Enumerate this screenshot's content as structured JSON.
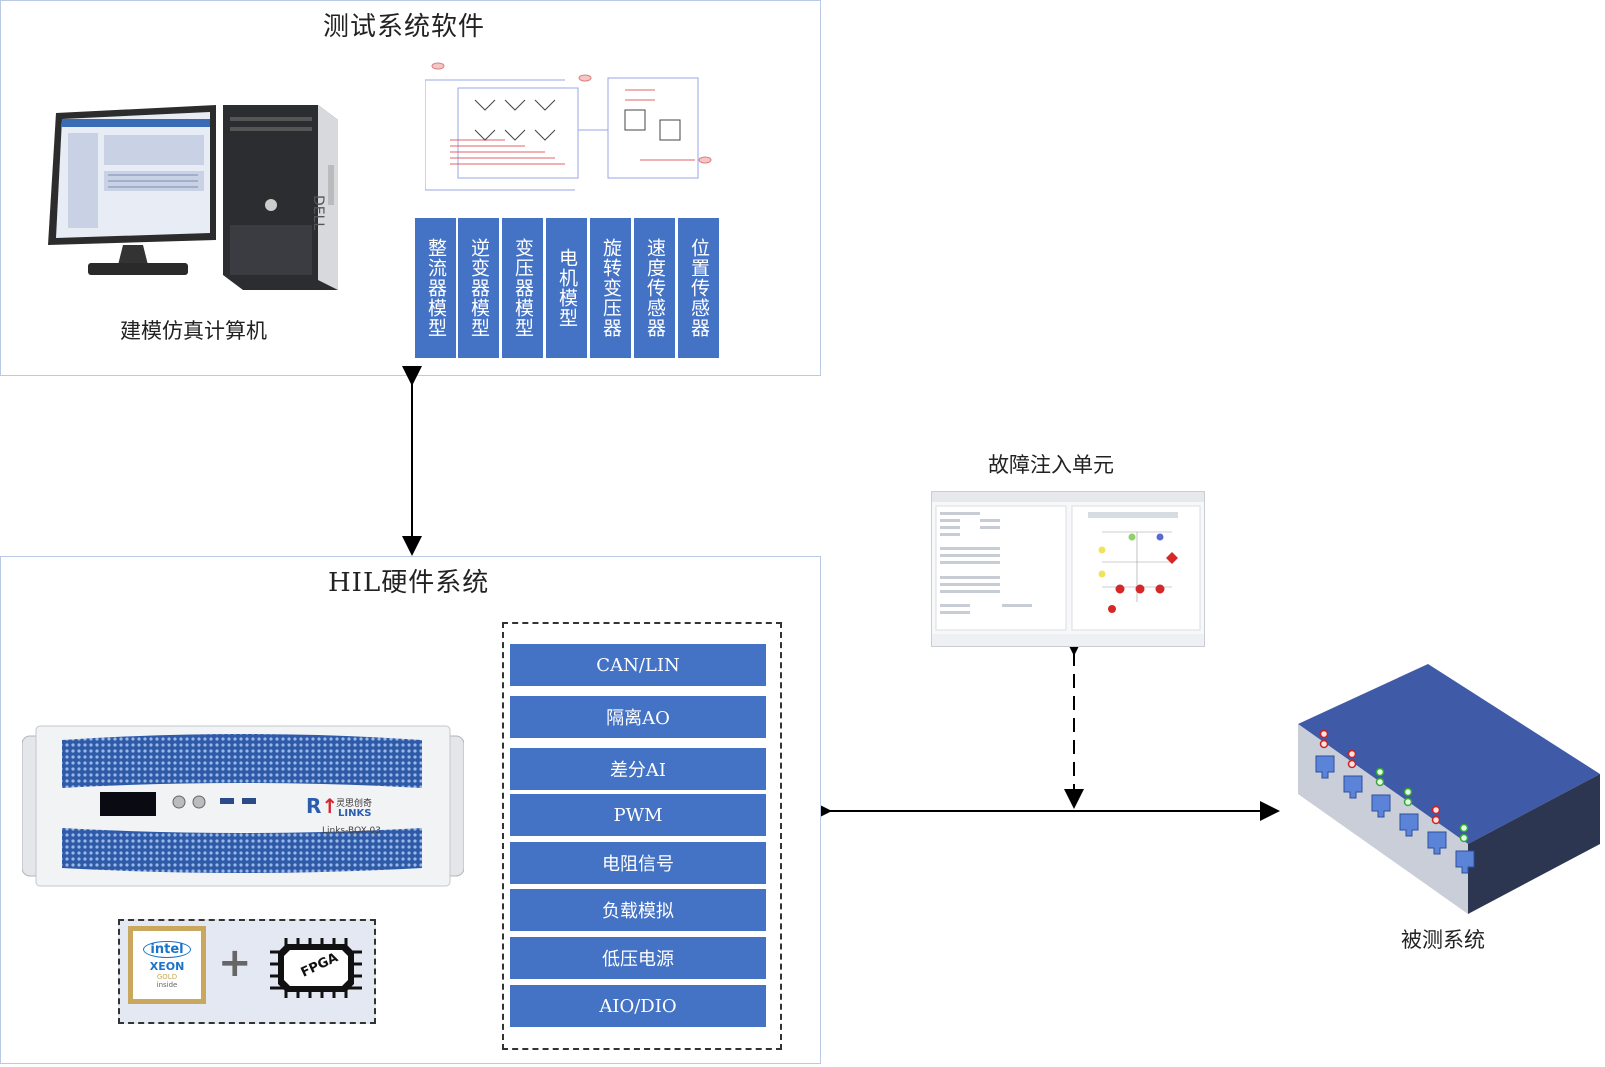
{
  "software": {
    "title": "测试系统软件",
    "computer_caption": "建模仿真计算机",
    "models": [
      "整流器模型",
      "逆变器模型",
      "变压器模型",
      "电机模型",
      "旋转变压器",
      "速度传感器",
      "位置传感器"
    ]
  },
  "hardware": {
    "title": "HIL硬件系统",
    "interfaces": [
      "CAN/LIN",
      "隔离AO",
      "差分AI",
      "PWM",
      "电阻信号",
      "负载模拟",
      "低压电源",
      "AIO/DIO"
    ],
    "chassis_brand": "LINKS",
    "chassis_brand_cn": "灵思创奇",
    "chassis_model": "Links-BOX-03",
    "cpu": {
      "brand": "intel",
      "line": "XEON",
      "tier": "GOLD",
      "tag": "inside"
    },
    "plus": "+",
    "fpga_label": "FPGA"
  },
  "fault_unit": {
    "title": "故障注入单元"
  },
  "dut": {
    "caption": "被测系统"
  },
  "colors": {
    "accent": "#4472c4",
    "panel_border": "#b9c9e6"
  }
}
